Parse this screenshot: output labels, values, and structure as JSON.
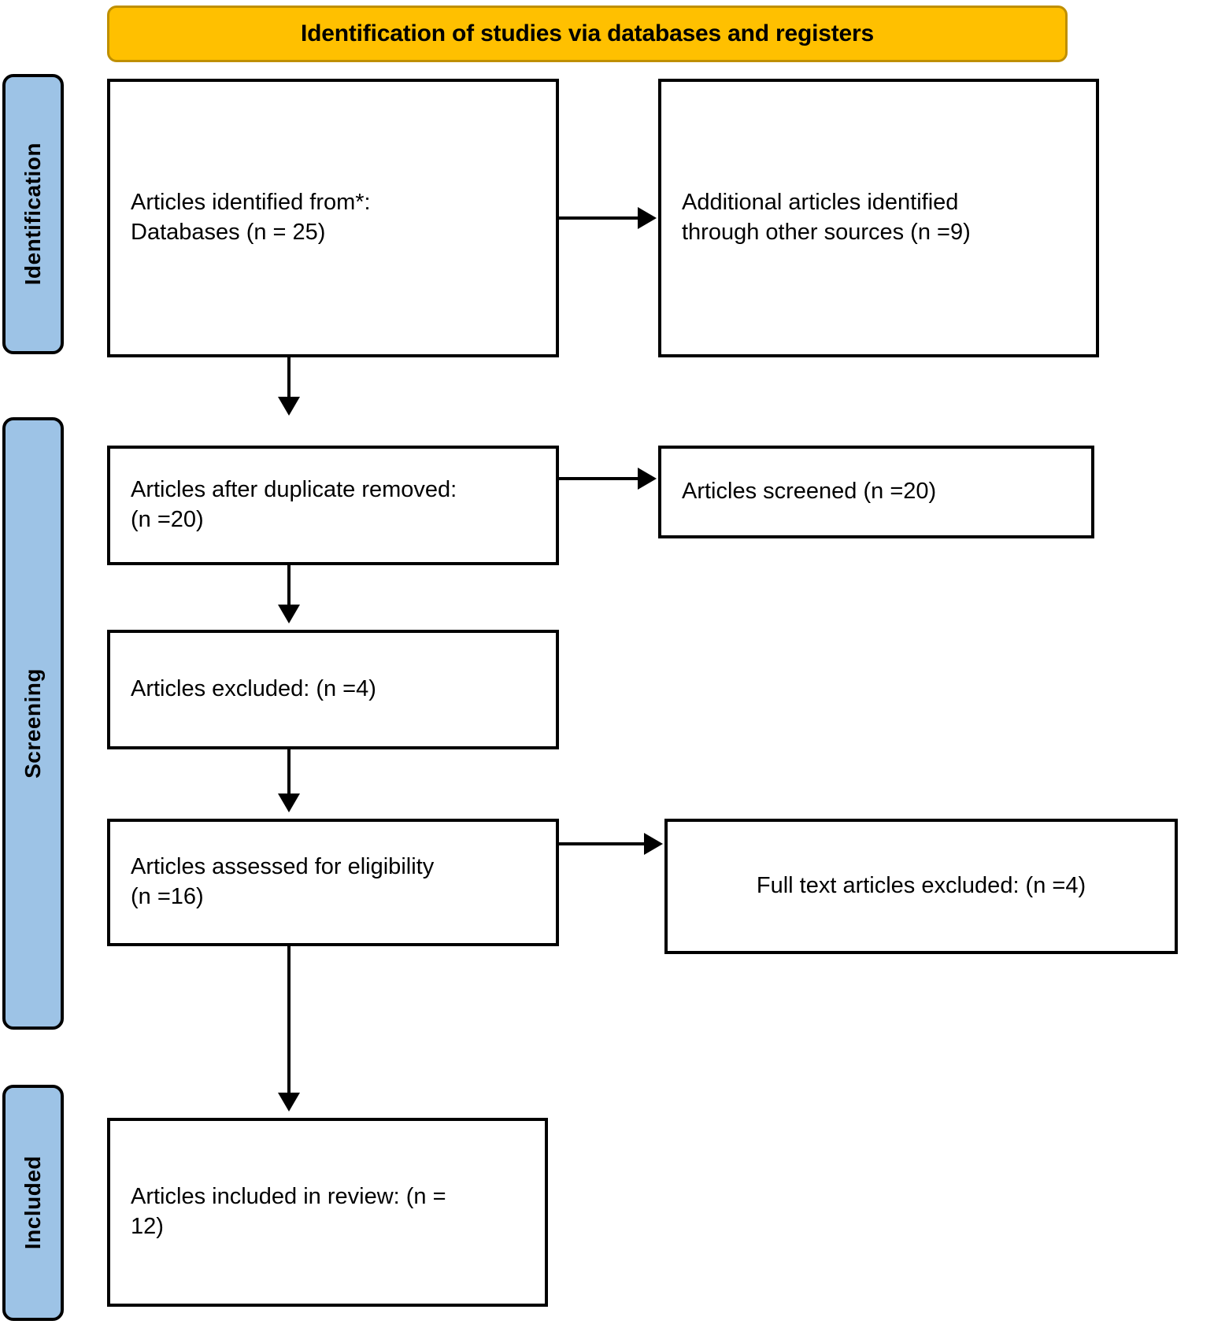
{
  "diagram": {
    "type": "prisma-flow-diagram",
    "title": "Identification of studies via databases and registers",
    "colors": {
      "header_fill": "#FFC000",
      "header_border": "#BF8F00",
      "stage_fill": "#9DC3E6",
      "node_border": "#000000",
      "node_fill": "#FFFFFF",
      "connector": "#000000"
    }
  },
  "stages": [
    {
      "id": "identification",
      "label": "Identification"
    },
    {
      "id": "screening",
      "label": "Screening"
    },
    {
      "id": "included",
      "label": "Included"
    }
  ],
  "nodes": {
    "identified": {
      "id": "articles-identified",
      "stage": "identification",
      "column": "left",
      "text": "Articles identified from*:\nDatabases (n = 25)",
      "count": 25
    },
    "additional": {
      "id": "additional-articles-identified",
      "stage": "identification",
      "column": "right",
      "text": "Additional articles identified\nthrough other sources (n =9)",
      "count": 9
    },
    "duplicates_removed": {
      "id": "articles-after-duplicate-removed",
      "stage": "screening",
      "column": "left",
      "text": "Articles after duplicate removed:\n(n =20)",
      "count": 20
    },
    "screened": {
      "id": "articles-screened",
      "stage": "screening",
      "column": "right",
      "text": "Articles screened (n =20)",
      "count": 20
    },
    "excluded": {
      "id": "articles-excluded",
      "stage": "screening",
      "column": "left",
      "text": "Articles excluded: (n =4)",
      "count": 4
    },
    "eligibility": {
      "id": "articles-assessed-for-eligibility",
      "stage": "screening",
      "column": "left",
      "text": "Articles assessed for eligibility\n(n =16)",
      "count": 16
    },
    "fulltext_excluded": {
      "id": "full-text-articles-excluded",
      "stage": "screening",
      "column": "right",
      "text": "Full text articles excluded: (n =4)",
      "count": 4
    },
    "included": {
      "id": "articles-included-in-review",
      "stage": "included",
      "column": "left",
      "text": "Articles included in review: (n =\n12)",
      "count": 12
    }
  },
  "chart_data": {
    "type": "flow",
    "title": "Identification of studies via databases and registers",
    "stages": [
      "Identification",
      "Screening",
      "Included"
    ],
    "steps": [
      {
        "label": "Articles identified from*: Databases",
        "n": 25,
        "stage": "Identification"
      },
      {
        "label": "Additional articles identified through other sources",
        "n": 9,
        "stage": "Identification"
      },
      {
        "label": "Articles after duplicate removed",
        "n": 20,
        "stage": "Screening"
      },
      {
        "label": "Articles screened",
        "n": 20,
        "stage": "Screening"
      },
      {
        "label": "Articles excluded",
        "n": 4,
        "stage": "Screening"
      },
      {
        "label": "Articles assessed for eligibility",
        "n": 16,
        "stage": "Screening"
      },
      {
        "label": "Full text articles excluded",
        "n": 4,
        "stage": "Screening"
      },
      {
        "label": "Articles included in review",
        "n": 12,
        "stage": "Included"
      }
    ],
    "edges": [
      {
        "from": "Articles identified from*: Databases",
        "to": "Additional articles identified through other sources",
        "direction": "right"
      },
      {
        "from": "Articles identified from*: Databases",
        "to": "Articles after duplicate removed",
        "direction": "down"
      },
      {
        "from": "Articles after duplicate removed",
        "to": "Articles screened",
        "direction": "right"
      },
      {
        "from": "Articles after duplicate removed",
        "to": "Articles excluded",
        "direction": "down"
      },
      {
        "from": "Articles excluded",
        "to": "Articles assessed for eligibility",
        "direction": "down"
      },
      {
        "from": "Articles assessed for eligibility",
        "to": "Full text articles excluded",
        "direction": "right"
      },
      {
        "from": "Articles assessed for eligibility",
        "to": "Articles included in review",
        "direction": "down"
      }
    ]
  }
}
